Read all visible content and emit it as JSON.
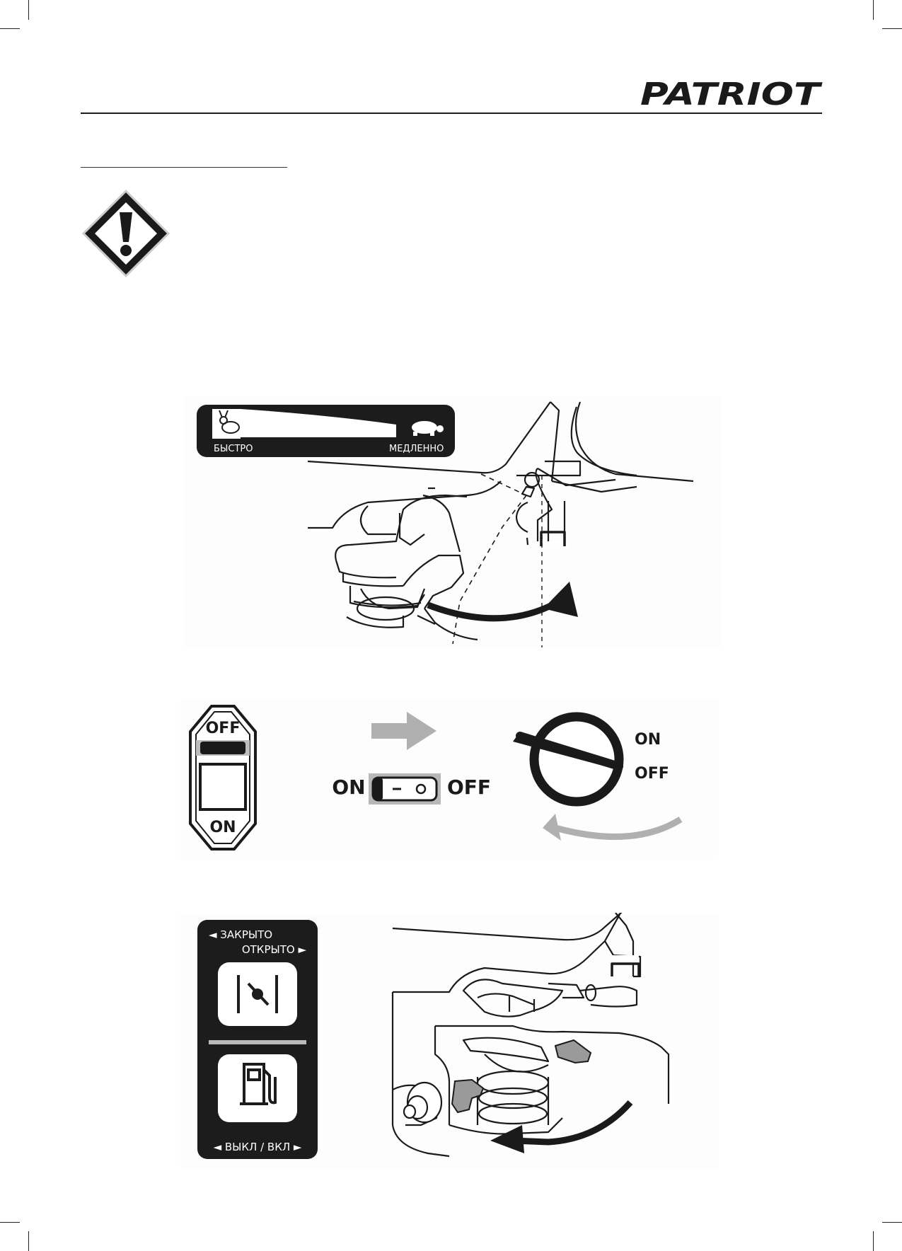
{
  "header": {
    "brand": "PATRIOT"
  },
  "figure_speed": {
    "fast_label": "БЫСТРО",
    "slow_label": "МЕДЛЕННО"
  },
  "figure_switch": {
    "rocker_off": "OFF",
    "rocker_on": "ON",
    "slide_left": "ON",
    "slide_right": "OFF",
    "knob_on": "ON",
    "knob_off": "OFF"
  },
  "figure_fuel": {
    "closed_label": "◄ ЗАКРЫТО",
    "open_label": "ОТКРЫТО ►",
    "fuel_label": "◄ ВЫКЛ / ВКЛ ►"
  },
  "colors": {
    "ink": "#1a1a1a",
    "arrow_gray": "#b0b0b0",
    "panel": "#1c1c1c"
  }
}
